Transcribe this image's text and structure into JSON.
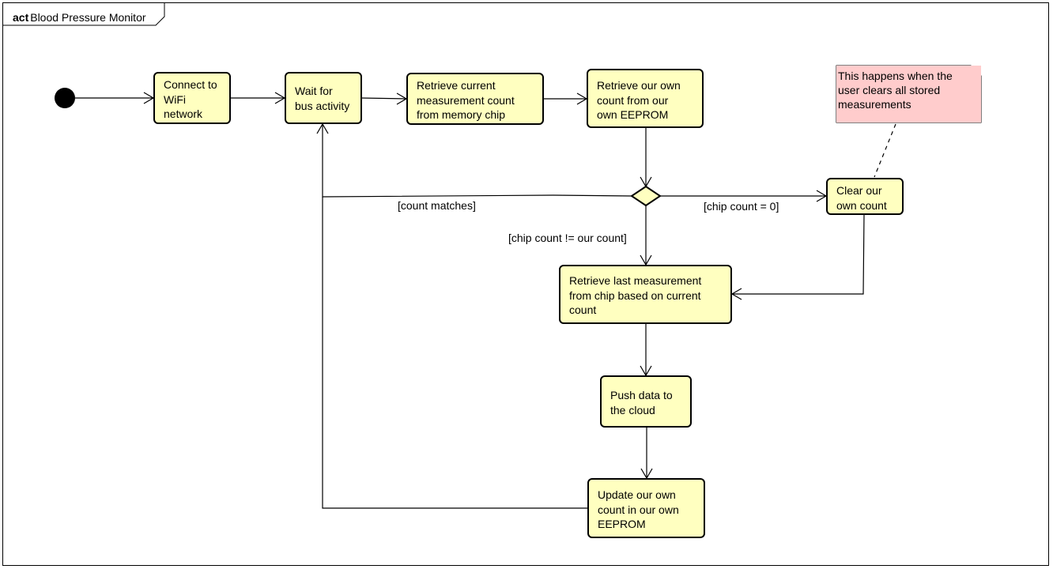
{
  "frame": {
    "keyword": "act",
    "title": "Blood Pressure Monitor"
  },
  "actions": {
    "connect": [
      "Connect to",
      "WiFi",
      "network"
    ],
    "wait": [
      "Wait for",
      "bus activity"
    ],
    "retrieve_chip": [
      "Retrieve current",
      "measurement count",
      "from memory chip"
    ],
    "retrieve_own": [
      "Retrieve our own",
      "count from our",
      "own EEPROM"
    ],
    "clear": [
      "Clear our",
      "own count"
    ],
    "retrieve_last": [
      "Retrieve last measurement",
      "from chip based on current",
      "count"
    ],
    "push": [
      "Push data to",
      "the cloud"
    ],
    "update": [
      "Update our own",
      "count in our own",
      "EEPROM"
    ]
  },
  "note": [
    "This happens when the",
    "user clears all stored",
    "measurements"
  ],
  "guards": {
    "count_matches": "[count matches]",
    "chip_zero": "[chip count = 0]",
    "mismatch": "[chip count != our count]"
  },
  "colors": {
    "action_fill": "#ffffc0",
    "note_fill": "#ffcccc",
    "line": "#000000"
  }
}
